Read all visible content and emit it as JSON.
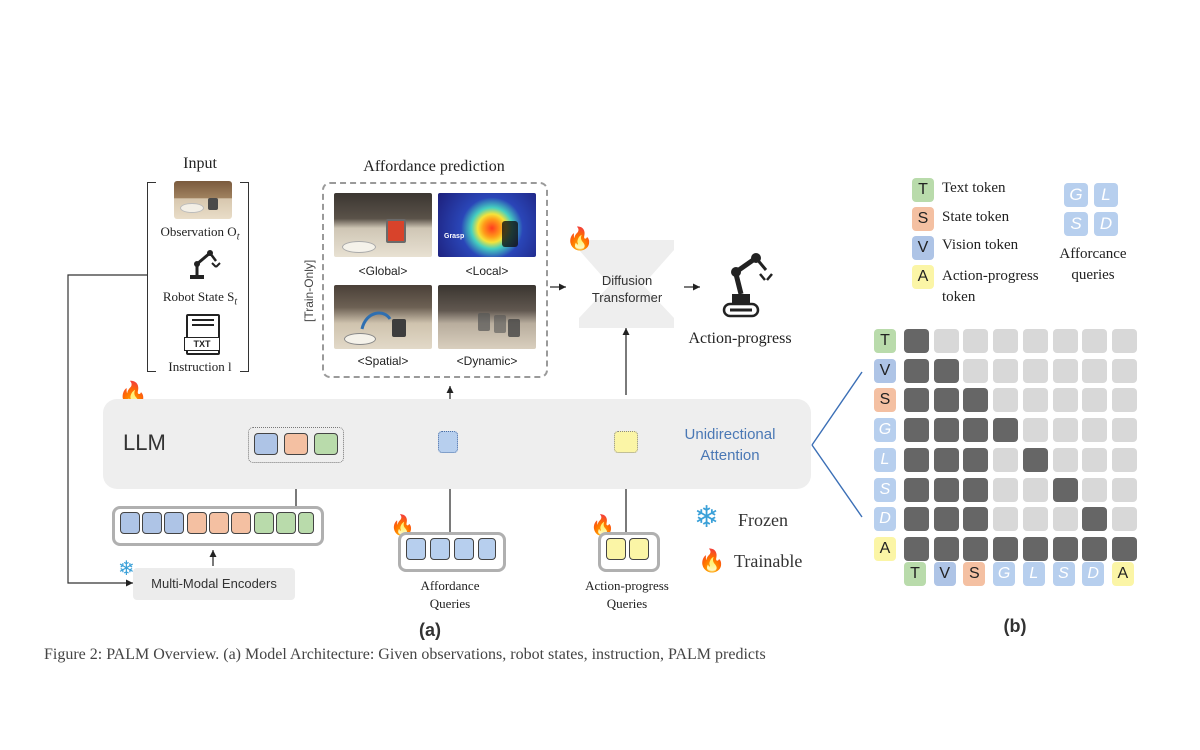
{
  "input": {
    "title": "Input",
    "observation": "Observation O",
    "observation_sub": "t",
    "robot_state": "Robot State S",
    "robot_state_sub": "t",
    "instruction": "Instruction l",
    "txt_icon_label": "TXT"
  },
  "affordance": {
    "title": "Affordance prediction",
    "train_only": "[Train-Only]",
    "captions": [
      "<Global>",
      "<Local>",
      "<Spatial>",
      "<Dynamic>"
    ],
    "grasp_label": "Grasp"
  },
  "diffusion": {
    "label_line1": "Diffusion",
    "label_line2": "Transformer",
    "output": "Action-progress"
  },
  "llm": {
    "label": "LLM",
    "attention_line1": "Unidirectional",
    "attention_line2": "Attention"
  },
  "encoders": {
    "label": "Multi-Modal Encoders"
  },
  "queries": {
    "affordance_line1": "Affordance",
    "affordance_line2": "Queries",
    "action_line1": "Action-progress",
    "action_line2": "Queries"
  },
  "status_legend": {
    "frozen": "Frozen",
    "trainable": "Trainable"
  },
  "captions": {
    "a": "(a)",
    "b": "(b)",
    "footer": "Figure 2: PALM Overview. (a) Model Architecture: Given observations, robot states, instruction, PALM predicts"
  },
  "token_legend": {
    "items": [
      {
        "letter": "T",
        "label": "Text token",
        "color": "#b9dbab"
      },
      {
        "letter": "S",
        "label": "State token",
        "color": "#f4c0a2"
      },
      {
        "letter": "V",
        "label": "Vision token",
        "color": "#aec4e6"
      },
      {
        "letter": "A",
        "label": "Action-progress",
        "label2": "token",
        "color": "#fbf5a6"
      }
    ],
    "queries": [
      "G",
      "L",
      "S",
      "D"
    ],
    "queries_label1": "Afforcance",
    "queries_label2": "queries"
  },
  "matrix": {
    "rows": [
      "T",
      "V",
      "S",
      "G",
      "L",
      "S",
      "D",
      "A"
    ],
    "cols": [
      "T",
      "V",
      "S",
      "G",
      "L",
      "S",
      "D",
      "A"
    ],
    "mask": [
      [
        1,
        0,
        0,
        0,
        0,
        0,
        0,
        0
      ],
      [
        1,
        1,
        0,
        0,
        0,
        0,
        0,
        0
      ],
      [
        1,
        1,
        1,
        0,
        0,
        0,
        0,
        0
      ],
      [
        1,
        1,
        1,
        1,
        0,
        0,
        0,
        0
      ],
      [
        1,
        1,
        1,
        0,
        1,
        0,
        0,
        0
      ],
      [
        1,
        1,
        1,
        0,
        0,
        1,
        0,
        0
      ],
      [
        1,
        1,
        1,
        0,
        0,
        0,
        1,
        0
      ],
      [
        1,
        1,
        1,
        1,
        1,
        1,
        1,
        1
      ]
    ],
    "colors": {
      "T": "#b9dbab",
      "V": "#aec4e6",
      "S": "#f4c0a2",
      "A": "#fbf5a6",
      "Q": "#b7cfee",
      "dark": "#666666",
      "light": "#d8d8d8"
    }
  }
}
